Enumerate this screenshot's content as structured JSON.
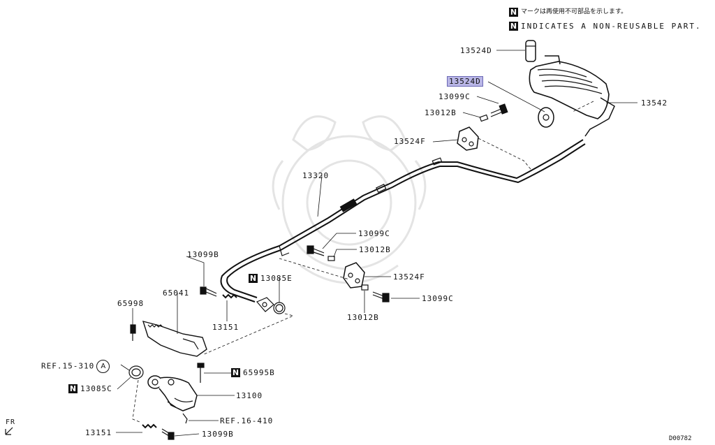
{
  "legend": {
    "mark": "N",
    "jp_text": "マークは再使用不可部品を示します。",
    "en_text": "INDICATES A NON-REUSABLE PART."
  },
  "labels": {
    "p13524D_top": "13524D",
    "p13524D_hl": "13524D",
    "p13542": "13542",
    "p13099C_a": "13099C",
    "p13012B_a": "13012B",
    "p13524F_a": "13524F",
    "p13320": "13320",
    "p13099C_b": "13099C",
    "p13012B_b": "13012B",
    "p13524F_b": "13524F",
    "p13099C_c": "13099C",
    "p13012B_c": "13012B",
    "p13099B_a": "13099B",
    "p13085E": "13085E",
    "p65041": "65041",
    "p65998": "65998",
    "p13151_a": "13151",
    "ref_15_310": "REF.15-310",
    "ref_15_310_circle": "A",
    "p65995B": "65995B",
    "p13085C": "13085C",
    "p13100": "13100",
    "ref_16_410": "REF.16-410",
    "p13151_b": "13151",
    "p13099B_b": "13099B",
    "fr": "FR",
    "drawing_no": "D00782"
  },
  "non_reusable_mark": "N",
  "colors": {
    "line": "#111111",
    "highlight": "#b9b6e6",
    "watermark": "#e6e6e6"
  }
}
